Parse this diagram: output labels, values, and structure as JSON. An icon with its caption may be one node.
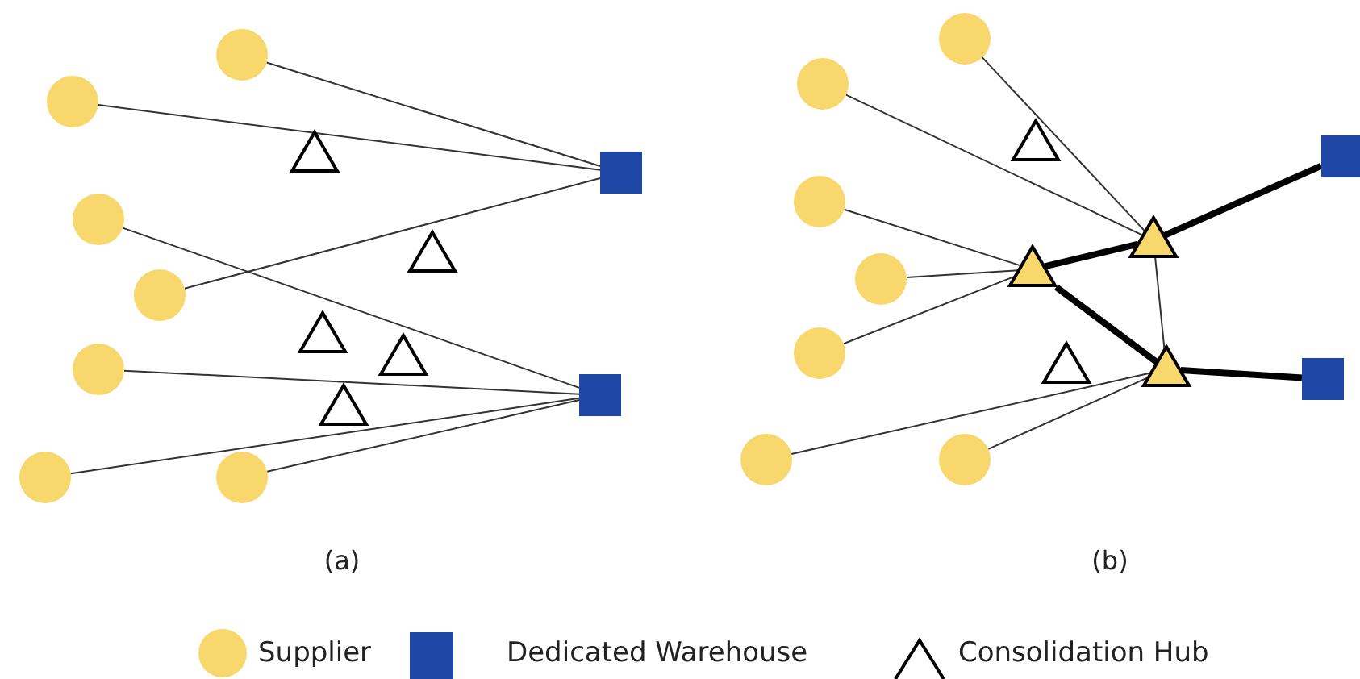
{
  "diagram": {
    "nodes": [
      {
        "text": [],
        "shape": "circle"
      },
      {
        "text": [],
        "shape": "circle"
      },
      {
        "text": [],
        "shape": "circle"
      },
      {
        "text": [],
        "shape": "circle"
      },
      {
        "text": [],
        "shape": "circle"
      },
      {
        "text": [],
        "shape": "circle"
      },
      {
        "text": [],
        "shape": "circle"
      },
      {
        "text": [],
        "shape": "box"
      },
      {
        "text": [],
        "shape": "box"
      },
      {
        "text": [],
        "shape": "triangle"
      },
      {
        "text": [],
        "shape": "triangle"
      },
      {
        "text": [],
        "shape": "triangle"
      },
      {
        "text": [],
        "shape": "triangle"
      },
      {
        "text": [],
        "shape": "triangle"
      },
      {
        "text": [],
        "shape": "circle"
      },
      {
        "text": [],
        "shape": "circle"
      },
      {
        "text": [],
        "shape": "circle"
      },
      {
        "text": [],
        "shape": "circle"
      },
      {
        "text": [],
        "shape": "circle"
      },
      {
        "text": [],
        "shape": "circle"
      },
      {
        "text": [],
        "shape": "circle"
      },
      {
        "text": [],
        "shape": "box"
      },
      {
        "text": [],
        "shape": "box"
      },
      {
        "text": [],
        "shape": "triangle"
      },
      {
        "text": [],
        "shape": "triangle"
      },
      {
        "text": [],
        "shape": "triangle"
      },
      {
        "text": [],
        "shape": "triangle"
      },
      {
        "text": [],
        "shape": "triangle"
      }
    ],
    "edges": [
      {
        "from": 0,
        "to": 7,
        "arrow": "none"
      },
      {
        "from": 1,
        "to": 7,
        "arrow": "none"
      },
      {
        "from": 3,
        "to": 7,
        "arrow": "none"
      },
      {
        "from": 2,
        "to": 8,
        "arrow": "none"
      },
      {
        "from": 4,
        "to": 8,
        "arrow": "none"
      },
      {
        "from": 5,
        "to": 8,
        "arrow": "none"
      },
      {
        "from": 6,
        "to": 8,
        "arrow": "none"
      },
      {
        "from": 14,
        "to": 25,
        "arrow": "none"
      },
      {
        "from": 15,
        "to": 25,
        "arrow": "none"
      },
      {
        "from": 16,
        "to": 24,
        "arrow": "none"
      },
      {
        "from": 17,
        "to": 24,
        "arrow": "none"
      },
      {
        "from": 18,
        "to": 24,
        "arrow": "none"
      },
      {
        "from": 19,
        "to": 27,
        "arrow": "none"
      },
      {
        "from": 20,
        "to": 27,
        "arrow": "none"
      },
      {
        "from": 24,
        "to": 25,
        "arrow": "none",
        "style": "thick",
        "color": "#000000"
      },
      {
        "from": 24,
        "to": 27,
        "arrow": "none",
        "style": "thick",
        "color": "#000000"
      },
      {
        "from": 25,
        "to": 27,
        "arrow": "none"
      },
      {
        "from": 25,
        "to": 21,
        "arrow": "none",
        "style": "thick",
        "color": "#000000"
      },
      {
        "from": 27,
        "to": 22,
        "arrow": "none",
        "style": "thick",
        "color": "#000000"
      }
    ],
    "labels": [
      "(a)",
      "(b)"
    ],
    "legend": [
      {
        "text": "Supplier",
        "color": "#f8d76c"
      },
      {
        "text": "Dedicated Warehouse",
        "color": "#1f48a6"
      },
      {
        "text": "Consolidation Hub"
      }
    ]
  }
}
